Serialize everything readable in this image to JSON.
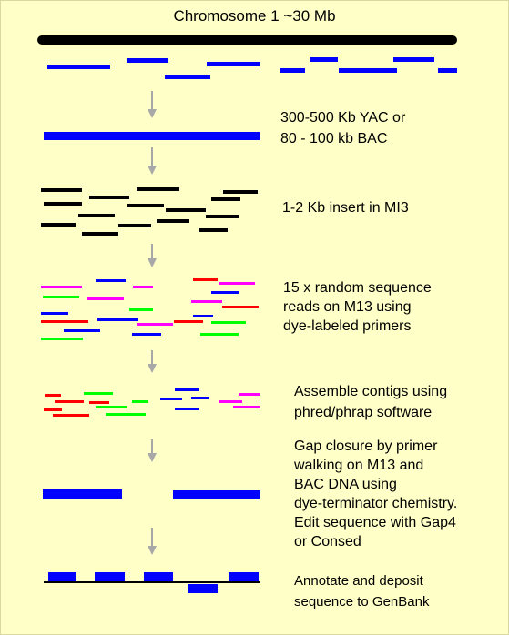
{
  "title": "Chromosome 1   ~30 Mb",
  "steps": [
    {
      "lines": [
        "300-500 Kb YAC or",
        "80 - 100 kb BAC"
      ]
    },
    {
      "lines": [
        "1-2 Kb insert in MI3"
      ]
    },
    {
      "lines": [
        "15 x random sequence",
        "reads on M13 using",
        "dye-labeled primers"
      ]
    },
    {
      "lines": [
        "Assemble contigs using",
        "phred/phrap software"
      ]
    },
    {
      "lines": [
        "Gap closure by primer",
        "walking on M13 and",
        "BAC DNA using",
        "dye-terminator chemistry.",
        "Edit sequence with Gap4",
        "or Consed"
      ]
    },
    {
      "lines": [
        "Annotate and deposit",
        "sequence to GenBank"
      ]
    }
  ],
  "colors": {
    "background": "#ffffc8",
    "chromosome": "#000000",
    "clone": "#0000ff",
    "insert": "#000000",
    "read_red": "#ff0000",
    "read_blue": "#0000ff",
    "read_green": "#00ff00",
    "read_magenta": "#ff00ff",
    "arrow": "#a8a8a8"
  }
}
